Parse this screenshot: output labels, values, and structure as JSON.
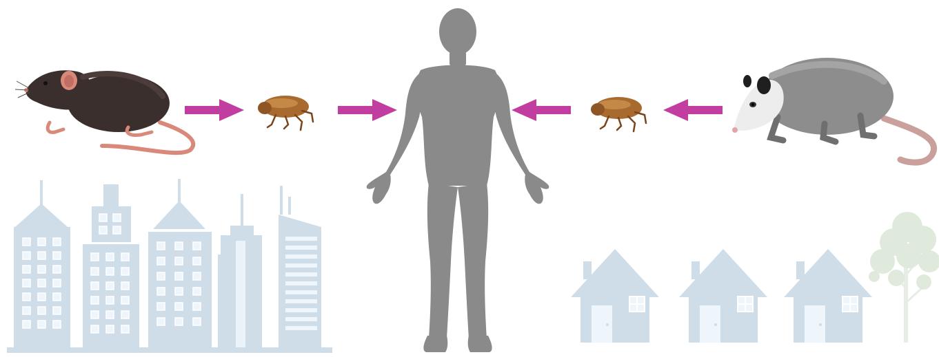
{
  "diagram": {
    "left_chain": [
      "rat",
      "flea",
      "human"
    ],
    "right_chain": [
      "opossum",
      "flea",
      "human"
    ],
    "left_setting": "urban",
    "right_setting": "suburban",
    "arrow_color": "#c13ea0",
    "building_color": "#cfdde8",
    "window_color": "#eef5fb",
    "human_color": "#8a8a8a",
    "tree_color": "#dfe9dc"
  }
}
